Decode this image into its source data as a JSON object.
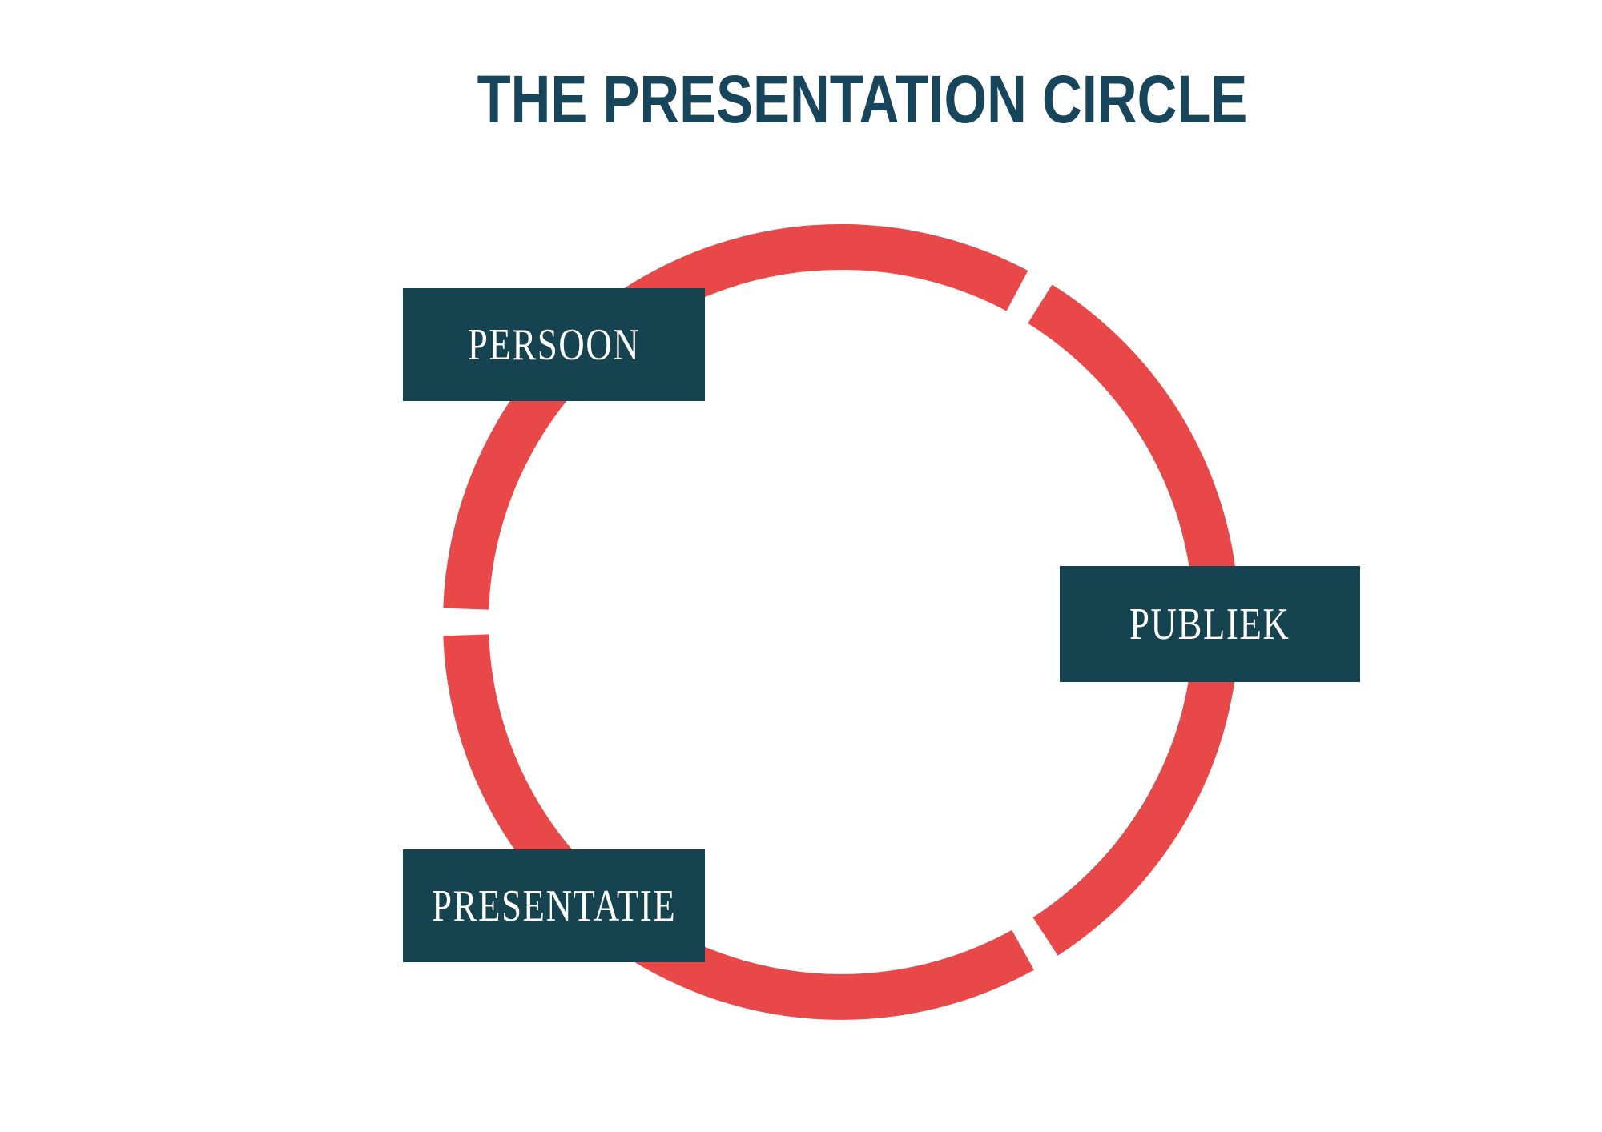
{
  "title": {
    "text": "THE PRESENTATION CIRCLE",
    "color": "#17455C"
  },
  "diagram": {
    "ring_color": "#E84848",
    "box_color": "#164350",
    "label_color": "#FFFFFF",
    "nodes": [
      {
        "label": "PERSOON"
      },
      {
        "label": "PUBLIEK"
      },
      {
        "label": "PRESENTATIE"
      }
    ]
  }
}
